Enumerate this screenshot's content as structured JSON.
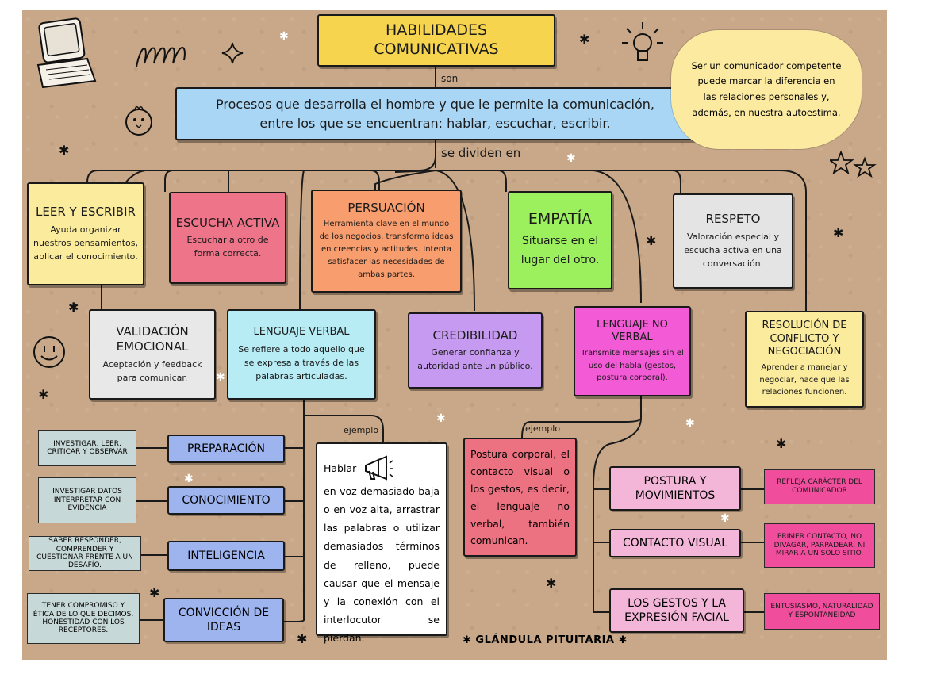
{
  "title": "HABILIDADES COMUNICATIVAS",
  "connector_son": "son",
  "definition": "Procesos que desarrolla el hombre y que le permite la comunicación, entre los que se encuentran: hablar, escuchar, escribir.",
  "connector_divide": "se dividen en",
  "cloud_note": "Ser un comunicador competente puede marcar la diferencia en las relaciones personales y, además, en nuestra autoestima.",
  "skills": {
    "leer": {
      "title": "LEER Y ESCRIBIR",
      "desc": "Ayuda organizar nuestros pensamientos, aplicar el conocimiento."
    },
    "escucha": {
      "title": "ESCUCHA ACTIVA",
      "desc": "Escuchar a otro de forma correcta."
    },
    "persuasion": {
      "title": "PERSUACIÓN",
      "desc": "Herramienta clave en el mundo de los negocios, transforma ideas en creencias y actitudes. Intenta satisfacer las necesidades de ambas partes."
    },
    "empatia": {
      "title": "EMPATÍA",
      "desc": "Situarse en el lugar del otro."
    },
    "respeto": {
      "title": "RESPETO",
      "desc": "Valoración especial y escucha activa en una conversación."
    },
    "validacion": {
      "title": "VALIDACIÓN EMOCIONAL",
      "desc": "Aceptación y feedback para comunicar."
    },
    "verbal": {
      "title": "LENGUAJE VERBAL",
      "desc": "Se refiere a todo aquello que se expresa a través de las palabras articuladas."
    },
    "credibilidad": {
      "title": "CREDIBILIDAD",
      "desc": "Generar confianza y autoridad ante un público."
    },
    "noverbal": {
      "title": "LENGUAJE NO VERBAL",
      "desc": "Transmite mensajes sin el uso del habla (gestos, postura corporal)."
    },
    "resolucion": {
      "title": "RESOLUCIÓN DE CONFLICTO Y NEGOCIACIÓN",
      "desc": "Aprender a manejar y negociar, hace que las relaciones funcionen."
    }
  },
  "example_label_1": "ejemplo",
  "example_label_2": "ejemplo",
  "verbal_items": [
    {
      "label": "PREPARACIÓN",
      "note": "INVESTIGAR, LEER, CRITICAR Y OBSERVAR"
    },
    {
      "label": "CONOCIMIENTO",
      "note": "INVESTIGAR DATOS INTERPRETAR CON EVIDENCIA"
    },
    {
      "label": "INTELIGENCIA",
      "note": "SABER RESPONDER, COMPRENDER Y CUESTIONAR FRENTE A UN DESAFÍO."
    },
    {
      "label": "CONVICCIÓN DE IDEAS",
      "note": "TENER COMPROMISO Y ÉTICA DE LO QUE DECIMOS, HONESTIDAD CON LOS RECEPTORES."
    }
  ],
  "verbal_example_word": "Hablar",
  "verbal_example": "en voz demasiado baja o en voz alta, arrastrar las palabras o utilizar demasiados términos de relleno, puede causar que el mensaje y la conexión con el interlocutor se pierdan.",
  "nonverbal_example": "Postura corporal, el contacto visual o los gestos, es decir, el lenguaje no verbal, también comunican.",
  "nonverbal_items": [
    {
      "label": "POSTURA Y MOVIMIENTOS",
      "note": "REFLEJA CARÁCTER DEL COMUNICADOR"
    },
    {
      "label": "CONTACTO VISUAL",
      "note": "PRIMER CONTACTO, NO DIVAGAR, PARPADEAR, NI MIRAR A UN SOLO SITIO."
    },
    {
      "label": "LOS GESTOS Y LA EXPRESIÓN FACIAL",
      "note": "ENTUSIASMO, NATURALIDAD Y ESPONTANEIDAD"
    }
  ],
  "footer": "GLÁNDULA PITUITARIA",
  "colors": {
    "background": "#c8a888",
    "title": "#f6d44e",
    "definition": "#a9d6f5",
    "cloud": "#fbeaa0",
    "leer": "#fbeb9c",
    "escucha": "#ee7489",
    "persuasion": "#f79d6e",
    "empatia": "#9cf05e",
    "respeto": "#e4e4e4",
    "validacion": "#e8e8e8",
    "verbal": "#b7ecf5",
    "credibilidad": "#c79af2",
    "noverbal": "#f25ad6",
    "resolucion": "#fbeb9c",
    "verbal_items": "#9db4ef",
    "notes_left": "#c7d8d8",
    "example_white": "#ffffff",
    "example_red": "#ec7282",
    "nonverbal_items": "#f4b6d8",
    "notes_right": "#f04e9c"
  },
  "icons": [
    "laptop-icon",
    "bird-doodle-icon",
    "lightbulb-icon",
    "megaphone-icon",
    "smiley-icon",
    "star-icon"
  ]
}
